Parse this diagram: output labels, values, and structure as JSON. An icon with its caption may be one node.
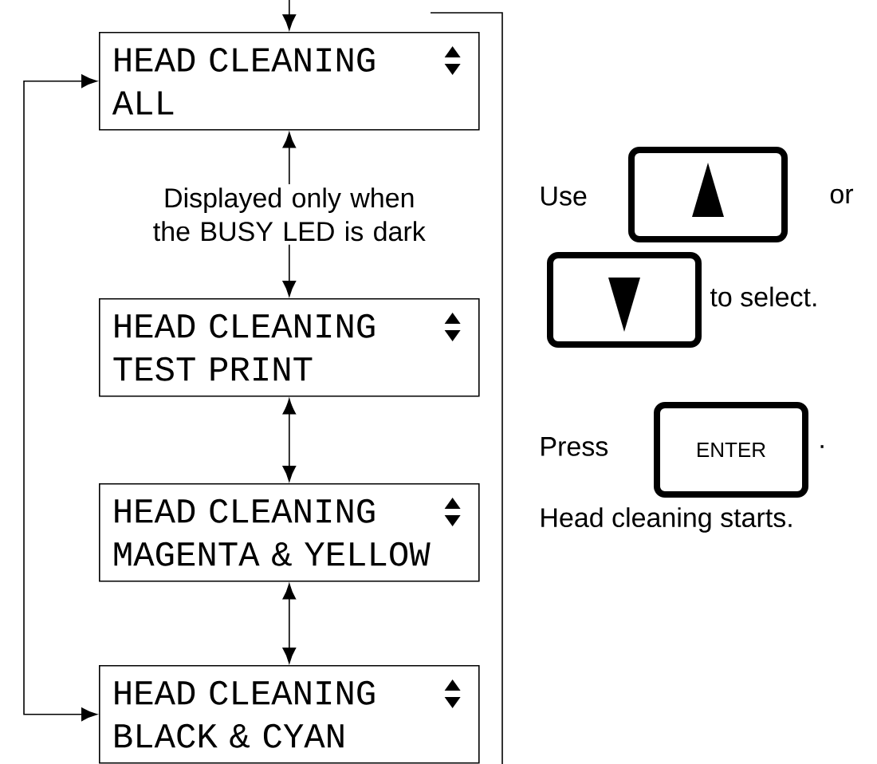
{
  "diagram": {
    "nodes": [
      {
        "text": [
          "HEAD CLEANING",
          "ALL"
        ]
      },
      {
        "text": [
          "HEAD CLEANING",
          "TEST PRINT"
        ]
      },
      {
        "text": [
          "HEAD CLEANING",
          "MAGENTA & YELLOW"
        ]
      },
      {
        "text": [
          "HEAD CLEANING",
          "BLACK & CYAN"
        ]
      },
      {
        "text": [],
        "shape": "box"
      },
      {
        "text": [],
        "shape": "box"
      },
      {
        "text": [
          "ENTER"
        ]
      }
    ],
    "edges": [
      {
        "from": null,
        "to": 0,
        "arrow": "to"
      },
      {
        "from": 0,
        "to": 1,
        "arrow": "both",
        "label": "Displayed only when the BUSY LED is dark"
      },
      {
        "from": 1,
        "to": 2,
        "arrow": "both"
      },
      {
        "from": 2,
        "to": 3,
        "arrow": "both"
      },
      {
        "from": 3,
        "to": 0,
        "arrow": "both"
      }
    ],
    "labels": [
      "Use",
      "or",
      "to select.",
      "Press",
      ".",
      "Head cleaning starts."
    ]
  }
}
